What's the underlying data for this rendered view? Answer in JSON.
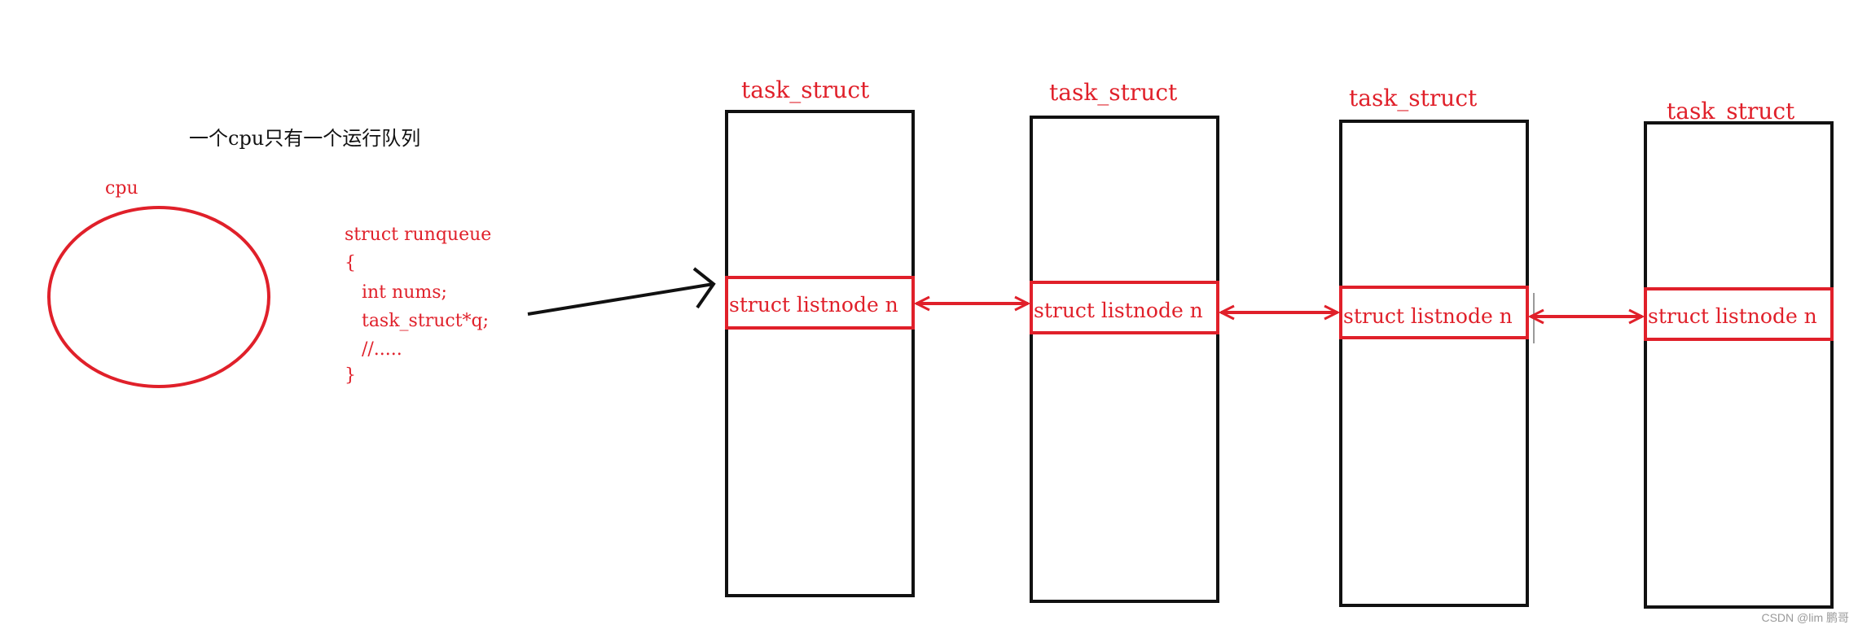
{
  "caption": "一个cpu只有一个运行队列",
  "cpu": {
    "label": "cpu"
  },
  "runqueue_code": [
    "struct runqueue",
    "{",
    "   int nums;",
    "   task_struct*q;",
    "   //.....",
    "}"
  ],
  "task_structs": [
    {
      "title": "task_struct",
      "node_label": "struct listnode n"
    },
    {
      "title": "task_struct",
      "node_label": "struct listnode n"
    },
    {
      "title": "task_struct",
      "node_label": "struct listnode n"
    },
    {
      "title": "task_struct",
      "node_label": "struct listnode n"
    }
  ],
  "watermark": "CSDN @lim 鹏哥",
  "colors": {
    "accent": "#e0202a",
    "stroke": "#111111"
  }
}
